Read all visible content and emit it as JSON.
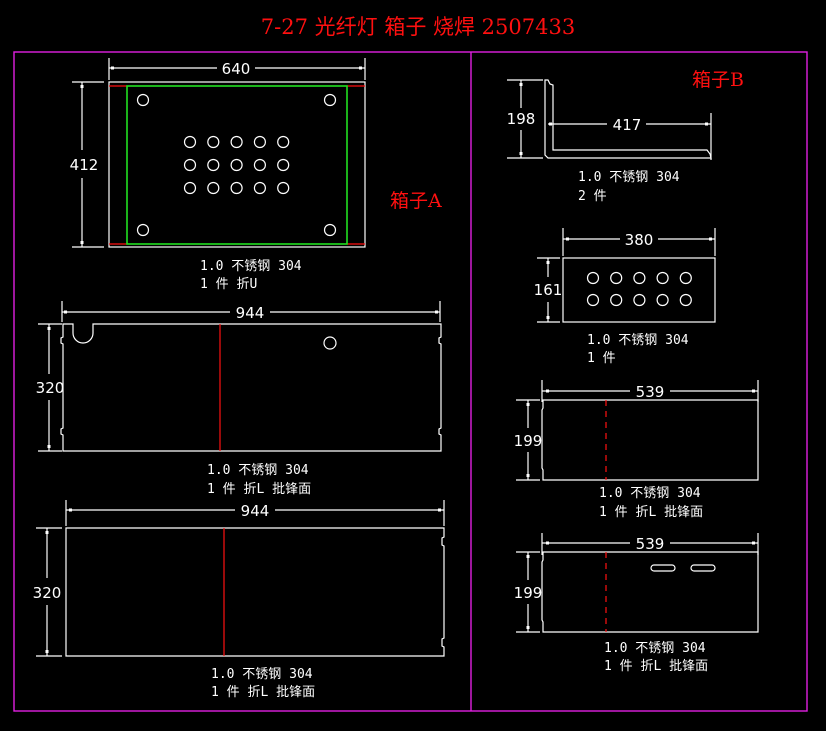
{
  "title": "7-27 光纤灯 箱子 烧焊 2507433",
  "colors": {
    "background": "#000000",
    "frame": "#e020e0",
    "outline": "#ffffff",
    "bend_line": "#ff1010",
    "inner_outline": "#20e020",
    "title_text": "#ff1010"
  },
  "sections": {
    "box_a": {
      "label": "箱子A",
      "parts": [
        {
          "name": "top-plate",
          "dims": {
            "width": "640",
            "height": "412"
          },
          "note_line1": "1.0 不锈钢 304",
          "note_line2": "1 件 折U",
          "holes": {
            "corner": 4,
            "grid_rows": 3,
            "grid_cols": 5
          }
        },
        {
          "name": "side-panel-1",
          "dims": {
            "width": "944",
            "height": "320"
          },
          "note_line1": "1.0 不锈钢 304",
          "note_line2": "1 件 折L 批锋面",
          "features": [
            "u-notch",
            "round-hole",
            "center-bend-line"
          ]
        },
        {
          "name": "side-panel-2",
          "dims": {
            "width": "944",
            "height": "320"
          },
          "note_line1": "1.0 不锈钢 304",
          "note_line2": "1 件 折L 批锋面",
          "features": [
            "center-bend-line"
          ]
        }
      ]
    },
    "box_b": {
      "label": "箱子B",
      "parts": [
        {
          "name": "l-bracket",
          "dims": {
            "width": "417",
            "height": "198"
          },
          "note_line1": "1.0 不锈钢 304",
          "note_line2": "2 件"
        },
        {
          "name": "hole-plate",
          "dims": {
            "width": "380",
            "height": "161"
          },
          "note_line1": "1.0 不锈钢 304",
          "note_line2": "1 件",
          "holes": {
            "grid_rows": 2,
            "grid_cols": 5
          }
        },
        {
          "name": "panel-1",
          "dims": {
            "width": "539",
            "height": "199"
          },
          "note_line1": "1.0 不锈钢 304",
          "note_line2": "1 件 折L 批锋面",
          "features": [
            "dashed-bend-line"
          ]
        },
        {
          "name": "panel-2",
          "dims": {
            "width": "539",
            "height": "199"
          },
          "note_line1": "1.0 不锈钢 304",
          "note_line2": "1 件 折L 批锋面",
          "features": [
            "dashed-bend-line",
            "slot",
            "slot"
          ]
        }
      ]
    }
  }
}
